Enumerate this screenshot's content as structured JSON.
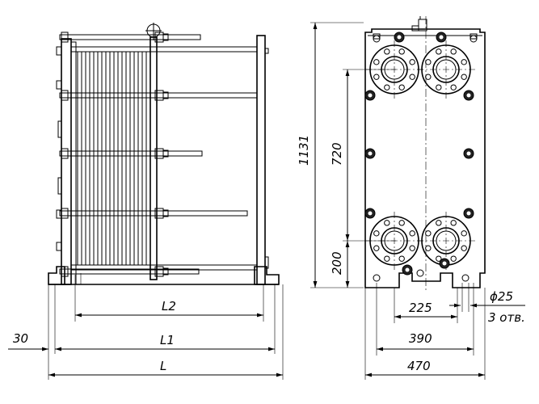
{
  "dimensions": {
    "height_total": "1131",
    "port_vertical": "720",
    "bottom_offset": "200",
    "foot_holes_spacing": "225",
    "port_horizontal": "390",
    "width_total": "470",
    "hole_diameter": "ϕ25",
    "hole_count": "3 отв.",
    "l2": "L2",
    "l1": "L1",
    "l": "L",
    "offset_left": "30"
  }
}
